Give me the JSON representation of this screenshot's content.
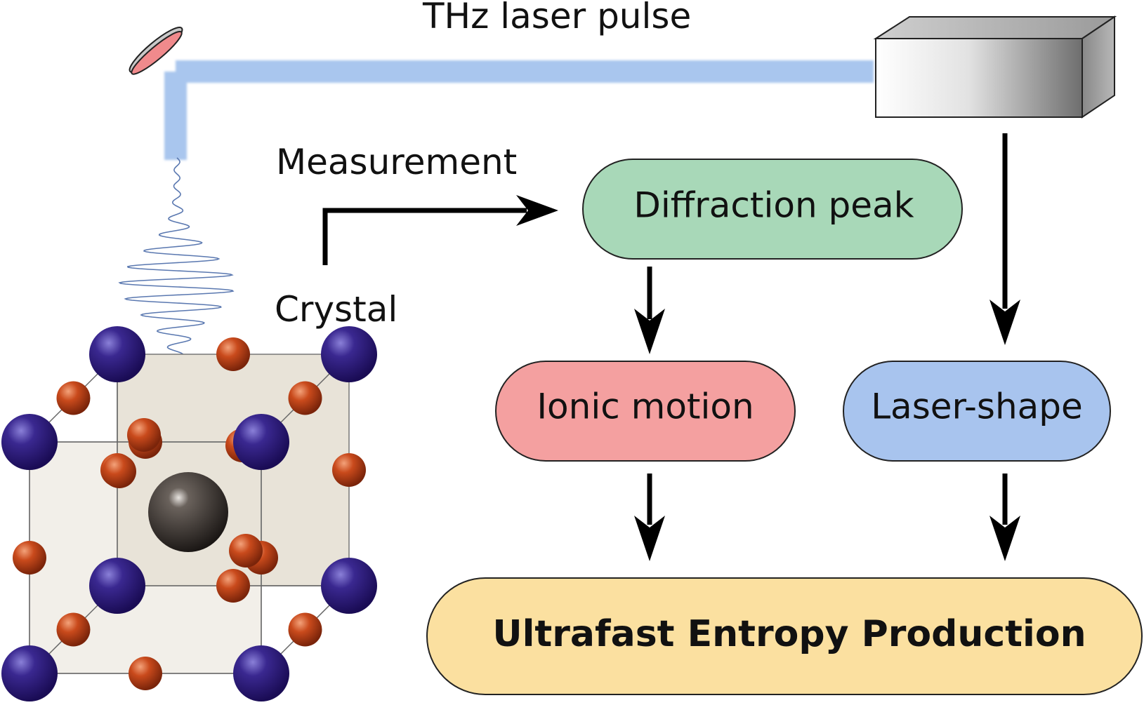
{
  "labels": {
    "laser_pulse": "THz laser pulse",
    "measurement": "Measurement",
    "crystal": "Crystal"
  },
  "nodes": {
    "diffraction": "Diffraction peak",
    "ionic": "Ionic motion",
    "laser_shape": "Laser-shape",
    "entropy": "Ultrafast Entropy Production"
  },
  "colors": {
    "diffraction_fill": "#a8d8b8",
    "ionic_fill": "#f4a0a0",
    "laser_shape_fill": "#a8c4ee",
    "entropy_fill": "#fbe0a0",
    "beam": "#a9c6ee",
    "mirror_face": "#f08a8c",
    "large_atom": "#2e1a78",
    "small_atom": "#c2451c",
    "center_atom": "#2a2420",
    "cube_fill": "#e8e3d8"
  },
  "icons": {
    "laser_source": "laser-box-icon",
    "mirror": "mirror-icon",
    "wave": "thz-wave-icon",
    "crystal": "perovskite-crystal-icon"
  }
}
